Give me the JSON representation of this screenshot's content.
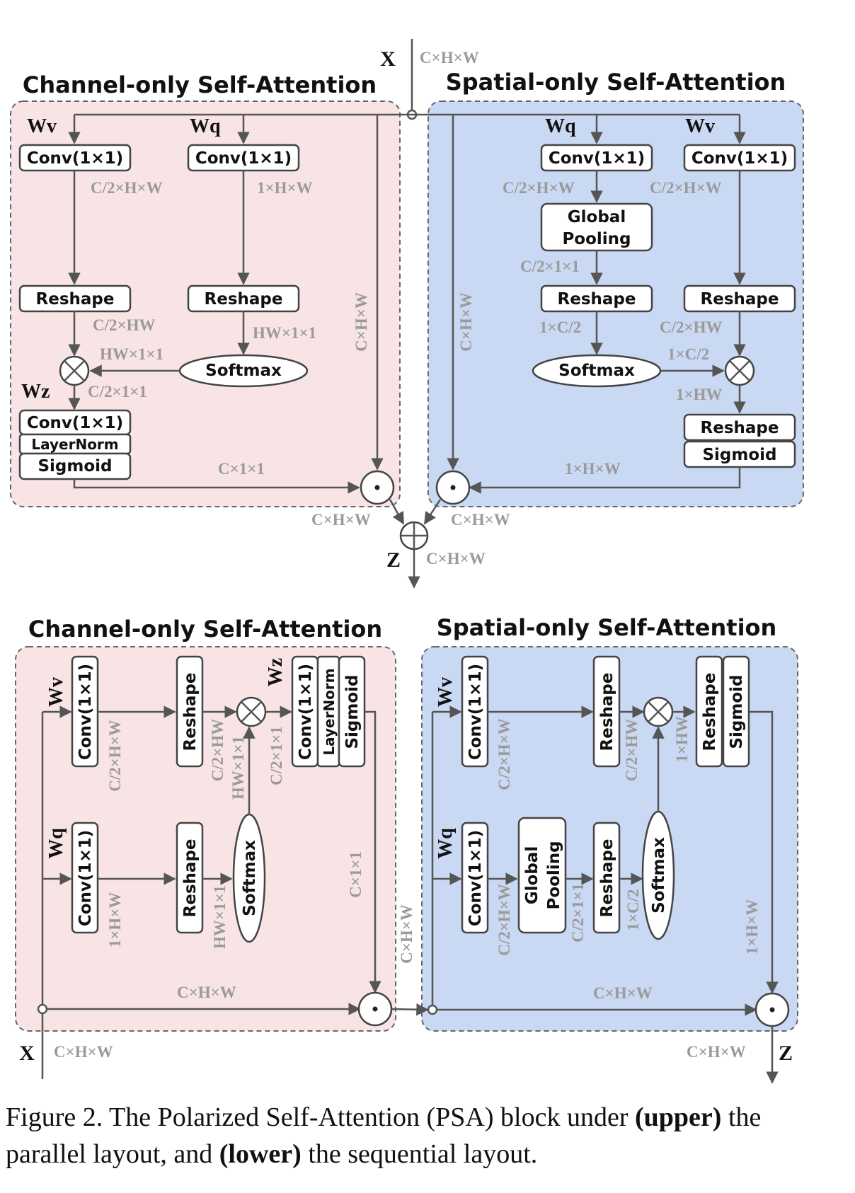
{
  "upper": {
    "title_channel": "Channel-only Self-Attention",
    "title_spatial": "Spatial-only Self-Attention",
    "x_label": "X",
    "z_label": "Z",
    "x_dim": "C×H×W",
    "z_dim": "C×H×W",
    "channel": {
      "wv": "Wv",
      "wq": "Wq",
      "wz": "Wz",
      "conv_v": "Conv(1×1)",
      "conv_q": "Conv(1×1)",
      "dim_v": "C/2×H×W",
      "dim_q": "1×H×W",
      "reshape_v": "Reshape",
      "reshape_q": "Reshape",
      "dim_reshape_v": "C/2×HW",
      "dim_reshape_q": "HW×1×1",
      "softmax": "Softmax",
      "dim_softmax_out": "HW×1×1",
      "dim_mult_out": "C/2×1×1",
      "conv_z": "Conv(1×1)",
      "layernorm": "LayerNorm",
      "sigmoid": "Sigmoid",
      "dim_weight": "C×1×1",
      "dim_skip": "C×H×W",
      "dim_out": "C×H×W"
    },
    "spatial": {
      "wq": "Wq",
      "wv": "Wv",
      "conv_q": "Conv(1×1)",
      "conv_v": "Conv(1×1)",
      "dim_q": "C/2×H×W",
      "dim_v": "C/2×H×W",
      "global_pooling_1": "Global",
      "global_pooling_2": "Pooling",
      "dim_pool": "C/2×1×1",
      "reshape_q": "Reshape",
      "reshape_v": "Reshape",
      "dim_reshape_q": "1×C/2",
      "dim_reshape_v": "C/2×HW",
      "softmax": "Softmax",
      "dim_softmax_out": "1×C/2",
      "dim_mult_out": "1×HW",
      "reshape_out": "Reshape",
      "sigmoid": "Sigmoid",
      "dim_weight": "1×H×W",
      "dim_skip": "C×H×W",
      "dim_out": "C×H×W"
    }
  },
  "lower": {
    "title_channel": "Channel-only Self-Attention",
    "title_spatial": "Spatial-only Self-Attention",
    "x_label": "X",
    "z_label": "Z",
    "x_dim": "C×H×W",
    "z_dim": "C×H×W",
    "channel": {
      "wv": "Wv",
      "wq": "Wq",
      "wz": "Wz",
      "conv_v": "Conv(1×1)",
      "conv_q": "Conv(1×1)",
      "reshape_v": "Reshape",
      "reshape_q": "Reshape",
      "softmax": "Softmax",
      "conv_z": "Conv(1×1)",
      "layernorm": "LayerNorm",
      "sigmoid": "Sigmoid",
      "dim_v": "C/2×H×W",
      "dim_q": "1×H×W",
      "dim_reshape_v": "C/2×HW",
      "dim_reshape_q": "HW×1×1",
      "dim_softmax_out": "HW×1×1",
      "dim_mult_out": "C/2×1×1",
      "dim_weight": "C×1×1",
      "dim_skip": "C×H×W"
    },
    "link_dim": "C×H×W",
    "spatial": {
      "wv": "Wv",
      "wq": "Wq",
      "conv_v": "Conv(1×1)",
      "conv_q": "Conv(1×1)",
      "reshape_v": "Reshape",
      "reshape_q": "Reshape",
      "global_pooling_1": "Global",
      "global_pooling_2": "Pooling",
      "softmax": "Softmax",
      "reshape_out": "Reshape",
      "sigmoid": "Sigmoid",
      "dim_v": "C/2×H×W",
      "dim_q": "C/2×H×W",
      "dim_pool": "C/2×1×1",
      "dim_reshape_v": "C/2×HW",
      "dim_reshape_q": "1×C/2",
      "dim_mult_out": "1×HW",
      "dim_weight": "1×H×W",
      "dim_skip": "C×H×W"
    }
  },
  "caption": {
    "prefix": "Figure 2. The Polarized Self-Attention (PSA) block under ",
    "upper": "(upper)",
    "middle": " the parallel layout, and ",
    "lower": "(lower)",
    "suffix": " the sequential layout."
  }
}
